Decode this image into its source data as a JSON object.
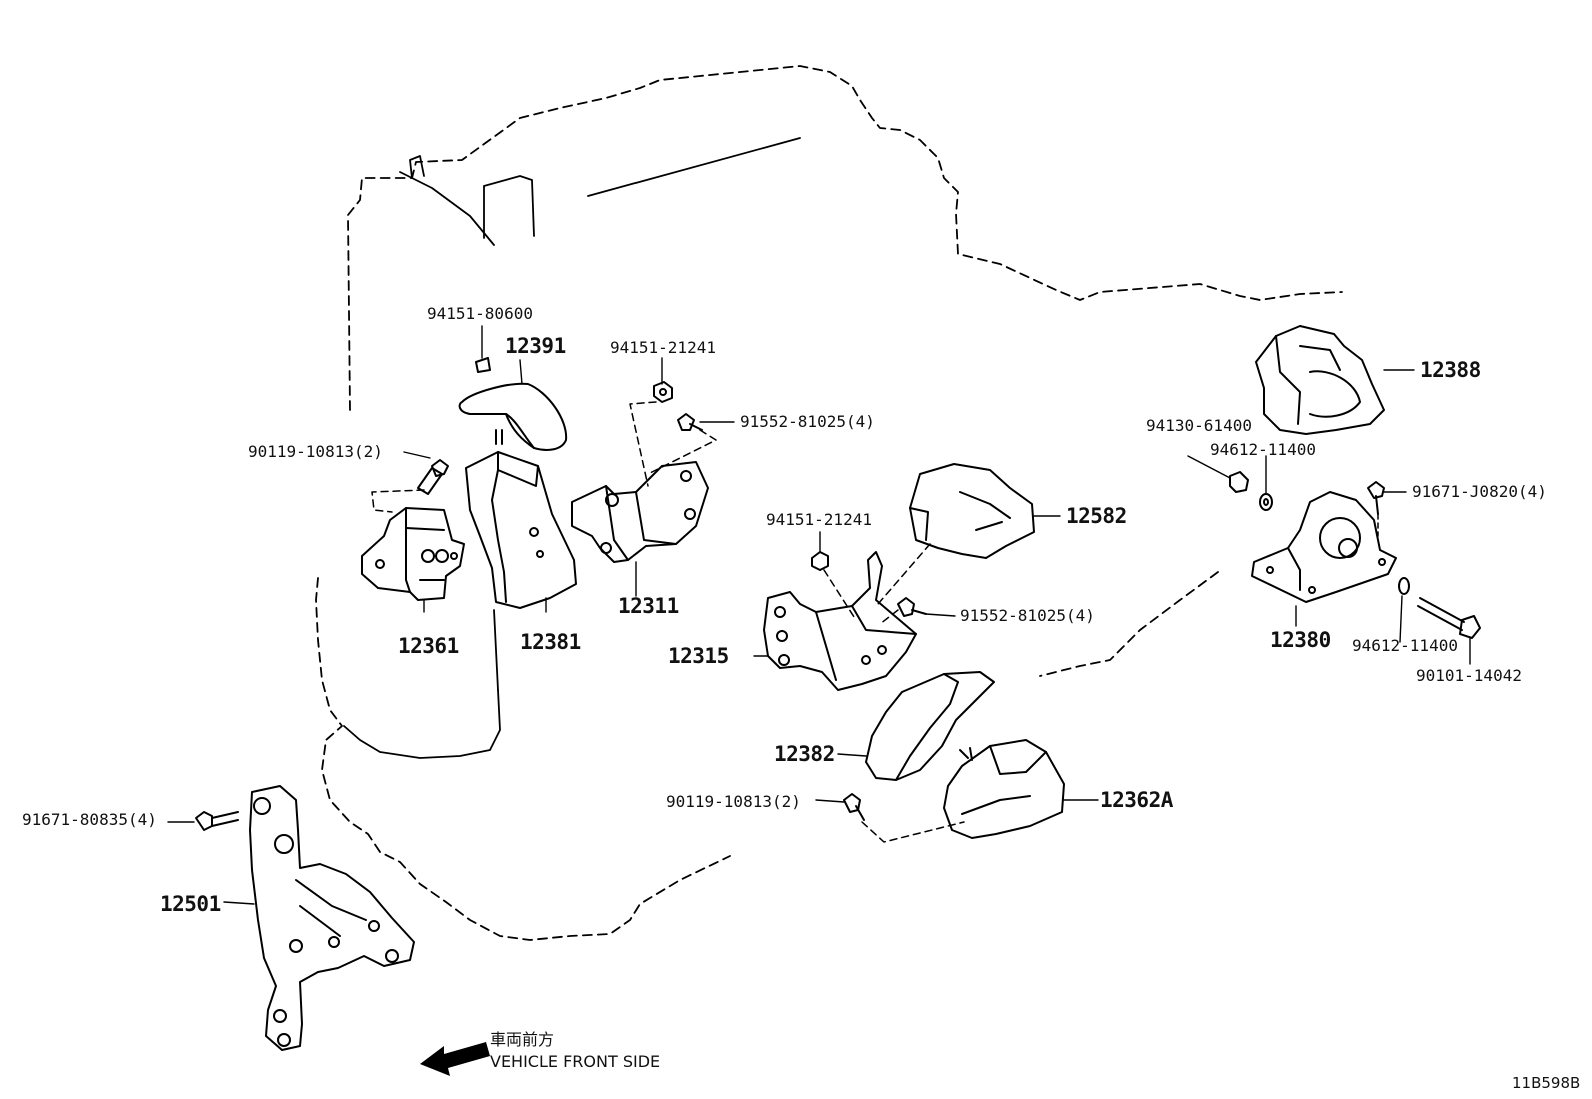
{
  "labels": {
    "p94151_80600": "94151-80600",
    "p12391": "12391",
    "p94151_21241_a": "94151-21241",
    "p91552_81025_a": "91552-81025(4)",
    "p90119_10813_a": "90119-10813(2)",
    "p12361": "12361",
    "p12381": "12381",
    "p12311": "12311",
    "p12388": "12388",
    "p94130_61400": "94130-61400",
    "p94612_11400_a": "94612-11400",
    "p91671_J0820": "91671-J0820(4)",
    "p12582": "12582",
    "p94151_21241_b": "94151-21241",
    "p91552_81025_b": "91552-81025(4)",
    "p12315": "12315",
    "p12380": "12380",
    "p94612_11400_b": "94612-11400",
    "p90101_14042": "90101-14042",
    "p12382": "12382",
    "p90119_10813_b": "90119-10813(2)",
    "p12362A": "12362A",
    "p91671_80835": "91671-80835(4)",
    "p12501": "12501"
  },
  "front_note": {
    "japanese": "車両前方",
    "english": "VEHICLE FRONT SIDE"
  },
  "diagram_code": "11B598B"
}
